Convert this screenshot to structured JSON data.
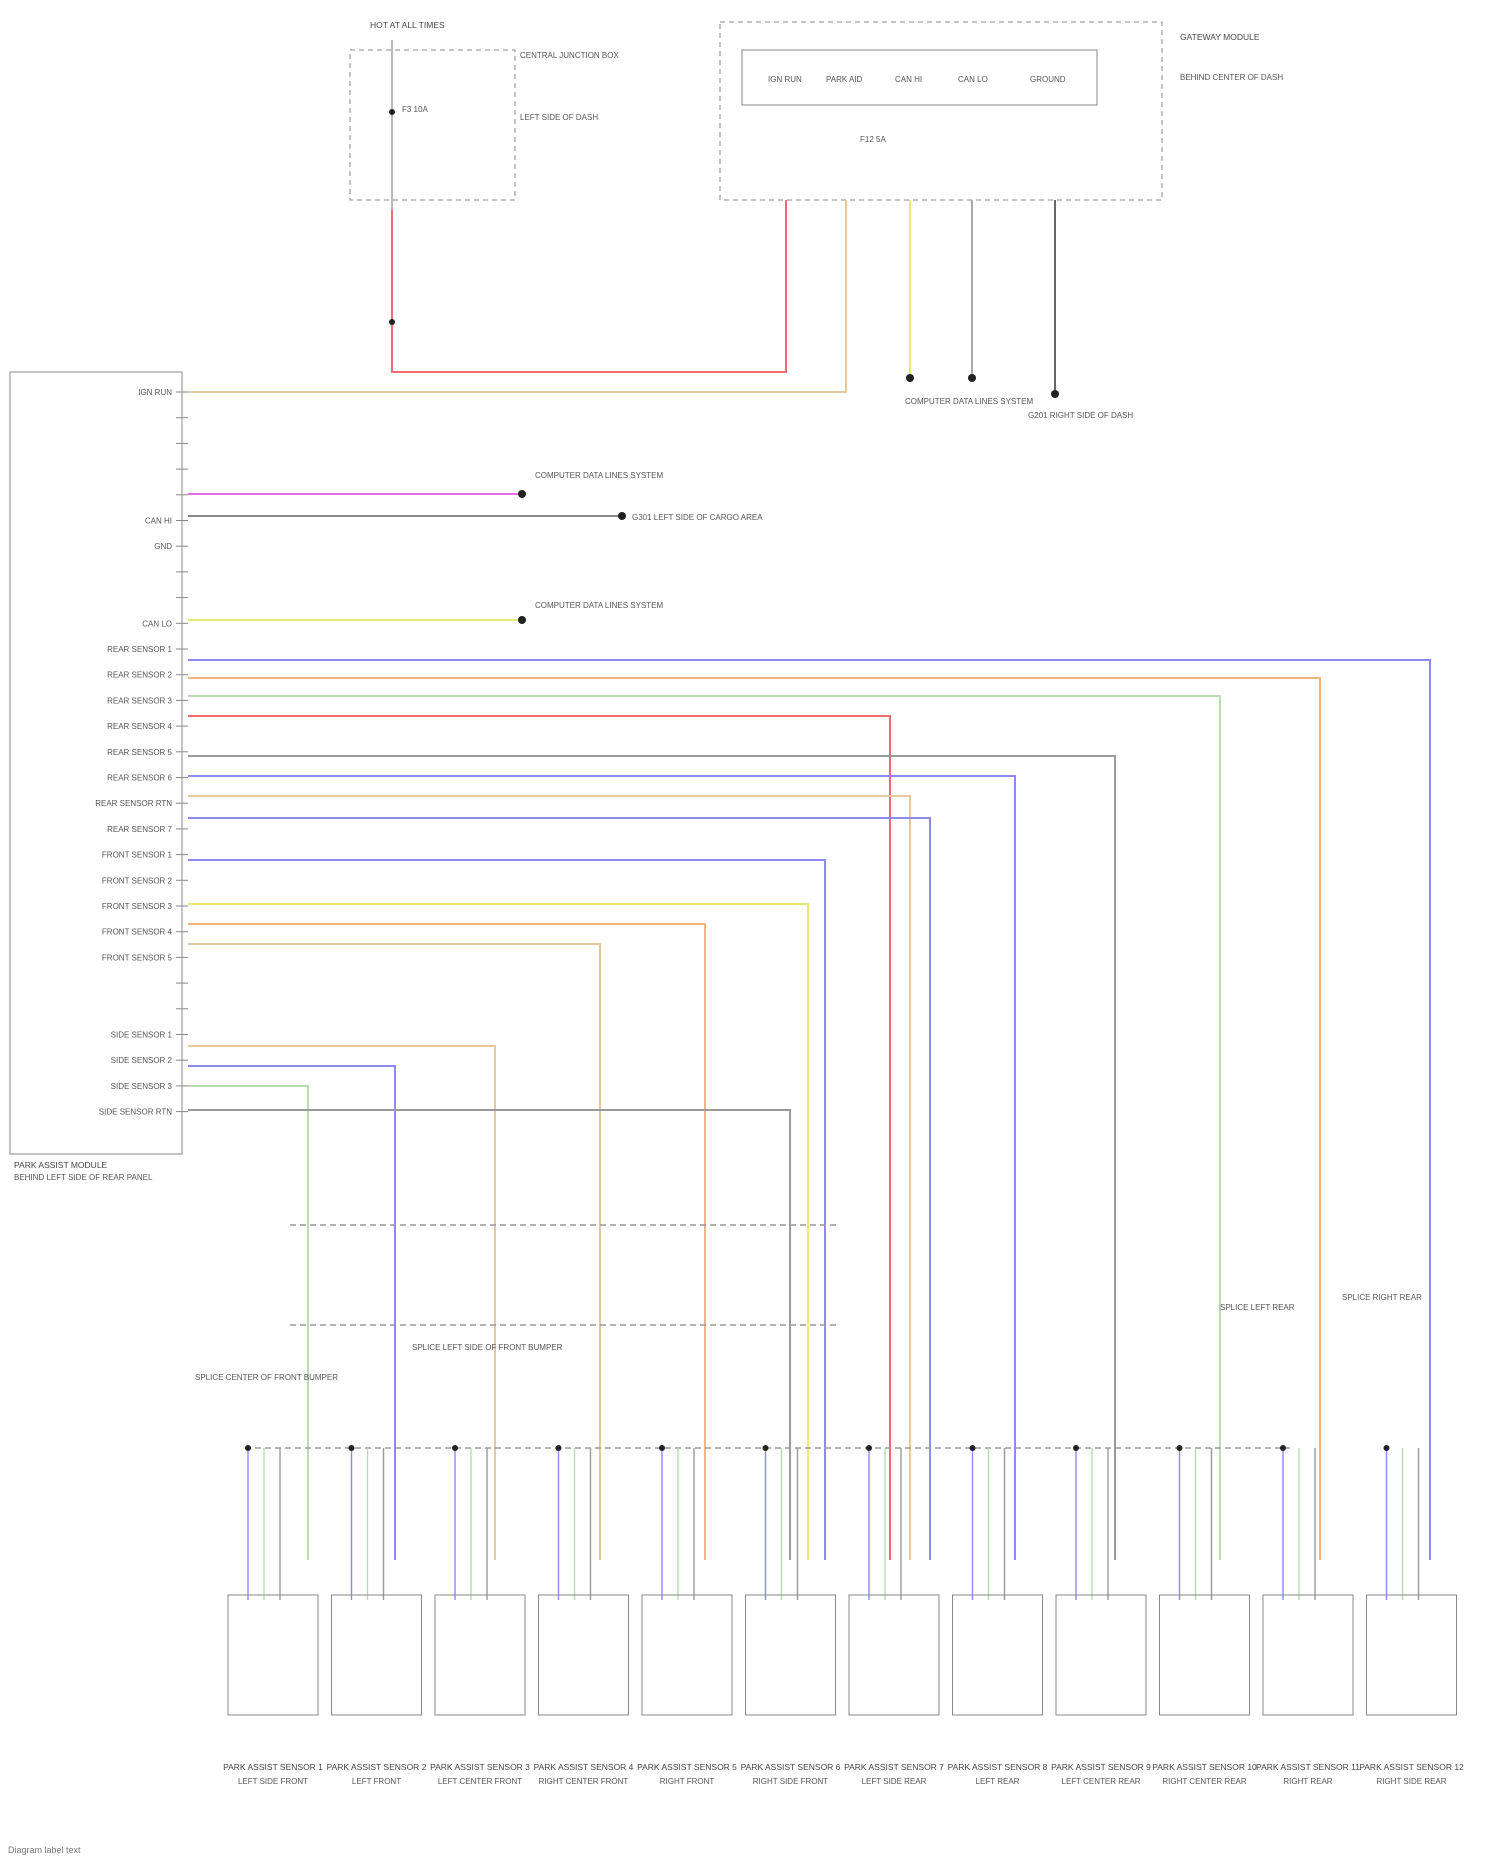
{
  "fuse_box": {
    "title": "HOT AT ALL TIMES",
    "component": "CENTRAL JUNCTION BOX",
    "location": "LEFT SIDE OF DASH",
    "fuse": "F3 10A"
  },
  "top_right_box": {
    "component": "GATEWAY MODULE",
    "location": "BEHIND CENTER OF DASH",
    "pins": [
      "IGN RUN",
      "PARK AID",
      "CAN HI",
      "CAN LO",
      "GROUND"
    ],
    "fuse_note": "F12 5A"
  },
  "module": {
    "title": "PARK ASSIST MODULE",
    "location": "BEHIND LEFT SIDE OF REAR PANEL",
    "pins": [
      "IGN RUN",
      "",
      "",
      "",
      "",
      "CAN HI",
      "GND",
      "",
      "",
      "CAN LO",
      "REAR SENSOR 1",
      "REAR SENSOR 2",
      "REAR SENSOR 3",
      "REAR SENSOR 4",
      "REAR SENSOR 5",
      "REAR SENSOR 6",
      "REAR SENSOR RTN",
      "REAR SENSOR 7",
      "FRONT SENSOR 1",
      "FRONT SENSOR 2",
      "FRONT SENSOR 3",
      "FRONT SENSOR 4",
      "FRONT SENSOR 5",
      "",
      "",
      "SIDE SENSOR 1",
      "SIDE SENSOR 2",
      "SIDE SENSOR 3",
      "SIDE SENSOR RTN"
    ]
  },
  "callouts": {
    "can_ref_1": "COMPUTER DATA LINES SYSTEM",
    "ground_ref_1": "G301 LEFT SIDE OF CARGO AREA",
    "can_ref_2": "COMPUTER DATA LINES SYSTEM",
    "can_ref_top": "COMPUTER DATA LINES SYSTEM",
    "ground_ref_top": "G201 RIGHT SIDE OF DASH",
    "splice_left": "SPLICE LEFT SIDE OF FRONT BUMPER",
    "splice_center": "SPLICE CENTER OF FRONT BUMPER",
    "splice_rear_left": "SPLICE LEFT REAR",
    "splice_rear_right": "SPLICE RIGHT REAR"
  },
  "sensors": [
    {
      "name": "PARK ASSIST SENSOR 1",
      "loc": "LEFT SIDE FRONT"
    },
    {
      "name": "PARK ASSIST SENSOR 2",
      "loc": "LEFT FRONT"
    },
    {
      "name": "PARK ASSIST SENSOR 3",
      "loc": "LEFT CENTER FRONT"
    },
    {
      "name": "PARK ASSIST SENSOR 4",
      "loc": "RIGHT CENTER FRONT"
    },
    {
      "name": "PARK ASSIST SENSOR 5",
      "loc": "RIGHT FRONT"
    },
    {
      "name": "PARK ASSIST SENSOR 6",
      "loc": "RIGHT SIDE FRONT"
    },
    {
      "name": "PARK ASSIST SENSOR 7",
      "loc": "LEFT SIDE REAR"
    },
    {
      "name": "PARK ASSIST SENSOR 8",
      "loc": "LEFT REAR"
    },
    {
      "name": "PARK ASSIST SENSOR 9",
      "loc": "LEFT CENTER REAR"
    },
    {
      "name": "PARK ASSIST SENSOR 10",
      "loc": "RIGHT CENTER REAR"
    },
    {
      "name": "PARK ASSIST SENSOR 11",
      "loc": "RIGHT REAR"
    },
    {
      "name": "PARK ASSIST SENSOR 12",
      "loc": "RIGHT SIDE REAR"
    }
  ],
  "colors": {
    "red": "#f06a70",
    "tan": "#e6c7a0",
    "magenta": "#e86ee8",
    "yellow": "#eaea70",
    "blue": "#8c8cf0",
    "green": "#b6dcb0",
    "orange": "#f2b67a",
    "grey": "#9a9a9a",
    "black": "#555555"
  },
  "footer": "Diagram label text"
}
